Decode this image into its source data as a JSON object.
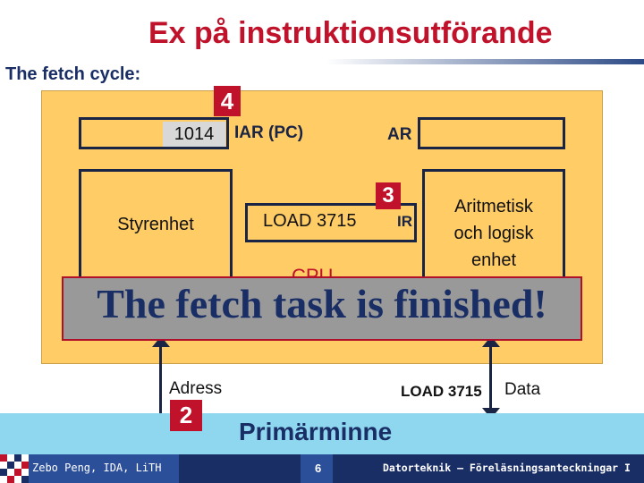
{
  "title": "Ex på instruktionsutförande",
  "subtitle": "The fetch cycle:",
  "registers": {
    "iar_value": "1014",
    "iar_label": "IAR (PC)",
    "ar_label": "AR",
    "ir_content": "LOAD 3715",
    "ir_label": "IR"
  },
  "units": {
    "control_unit": "Styrenhet",
    "alu_lines": [
      "Aritmetisk",
      "och logisk",
      "enhet"
    ],
    "cpu_label": "CPU",
    "memory_label": "Primärminne"
  },
  "steps": {
    "step4": "4",
    "step3": "3",
    "step2": "2"
  },
  "banner": "The fetch task is finished!",
  "bus": {
    "address_label": "Adress",
    "data_value": "LOAD 3715",
    "data_label": "Data"
  },
  "footer": {
    "left": "Zebo Peng, IDA, LiTH",
    "page": "6",
    "right": "Datorteknik — Föreläsningsanteckningar I"
  },
  "colors": {
    "title_red": "#c0122a",
    "navy": "#1a2e66",
    "cpu_orange": "#ffcc66",
    "memory_blue": "#8fd7ef",
    "banner_grey": "#999999"
  }
}
